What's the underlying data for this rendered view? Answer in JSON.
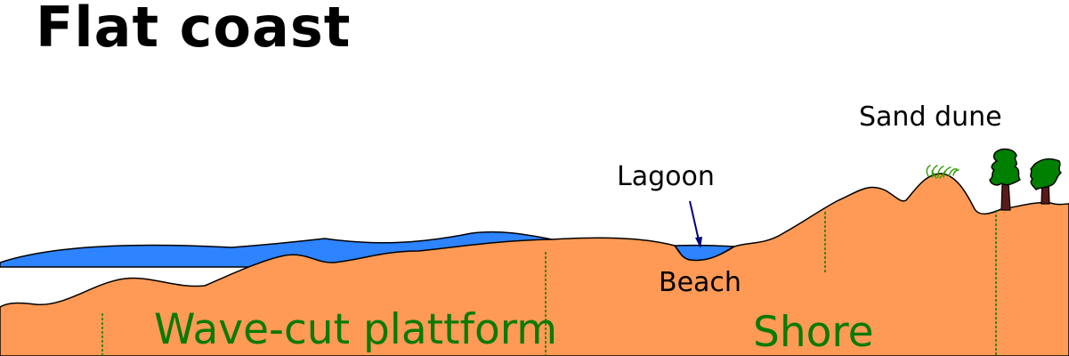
{
  "title": "Flat coast",
  "labels": {
    "sand_dune": "Sand dune",
    "lagoon": "Lagoon",
    "beach": "Beach",
    "wave_cut_platform": "Wave-cut plattform",
    "shore": "Shore"
  },
  "colors": {
    "land": "#fe9a55",
    "water": "#2e83fe",
    "outline": "#000000",
    "zone_label": "#0a7a00",
    "zone_divider": "#0a7a00",
    "tree_foliage": "#008000",
    "tree_trunk": "#5a1a1a",
    "grass": "#2f9a00",
    "arrow": "#000080"
  }
}
